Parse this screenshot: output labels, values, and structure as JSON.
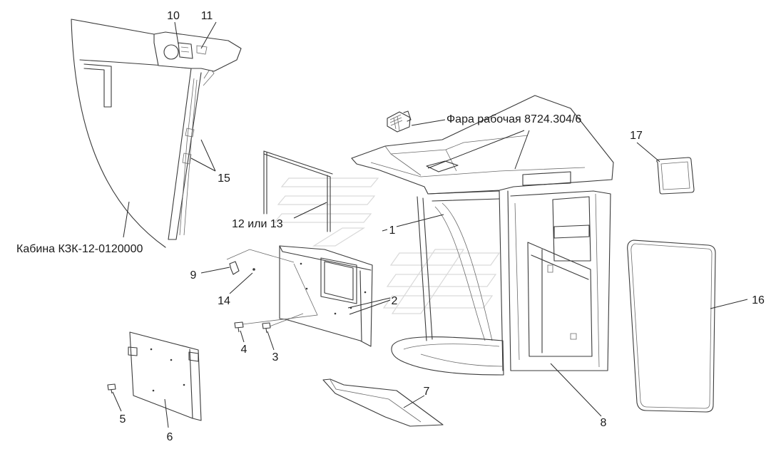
{
  "labels": {
    "l10": "10",
    "l11": "11",
    "l15": "15",
    "cabin": "Кабина КЗК-12-0120000",
    "l12_13": "12 или 13",
    "l1": "1",
    "lamp": "Фара рабочая 8724.304/6",
    "l17": "17",
    "l16": "16",
    "l9": "9",
    "l14": "14",
    "l2": "2",
    "l4": "4",
    "l3": "3",
    "l5": "5",
    "l6": "6",
    "l7": "7",
    "l8": "8"
  },
  "colors": {
    "background": "#ffffff",
    "line": "#3a3a3a",
    "watermark": "#d9d9d9"
  }
}
